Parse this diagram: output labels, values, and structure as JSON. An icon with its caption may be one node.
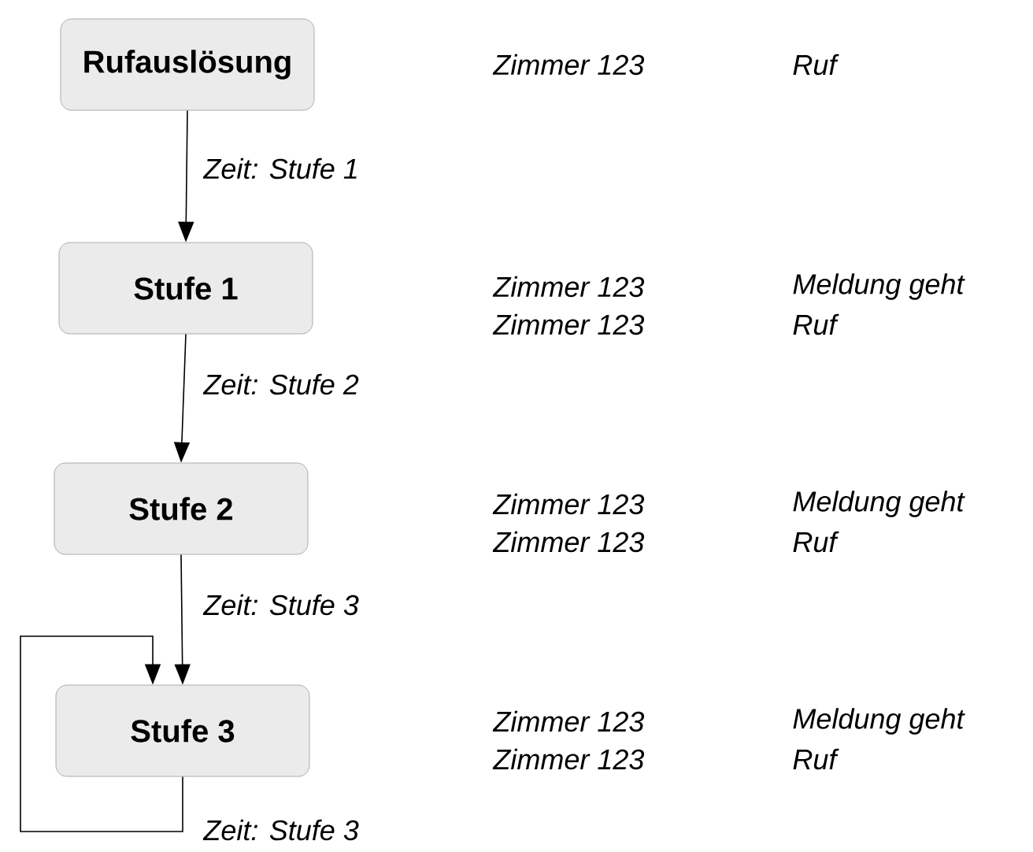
{
  "diagram": {
    "nodes": [
      {
        "text": [
          "Rufauslösung"
        ]
      },
      {
        "text": [
          "Stufe 1"
        ]
      },
      {
        "text": [
          "Stufe 2"
        ]
      },
      {
        "text": [
          "Stufe 3"
        ]
      }
    ],
    "edges": [
      {
        "from": 0,
        "to": 1,
        "arrow": "to",
        "label": "Zeit: Stufe 1"
      },
      {
        "from": 1,
        "to": 2,
        "arrow": "to",
        "label": "Zeit: Stufe 2"
      },
      {
        "from": 2,
        "to": 3,
        "arrow": "to",
        "label": "Zeit: Stufe 3"
      },
      {
        "from": 3,
        "to": 3,
        "arrow": "to",
        "label": "Zeit: Stufe 3"
      }
    ],
    "labels": [
      "Zimmer 123",
      "Ruf",
      "Zimmer 123",
      "Meldung geht",
      "Zimmer 123",
      "Ruf",
      "Zimmer 123",
      "Meldung geht",
      "Zimmer 123",
      "Ruf",
      "Zimmer 123",
      "Meldung geht",
      "Zimmer 123",
      "Ruf"
    ]
  }
}
